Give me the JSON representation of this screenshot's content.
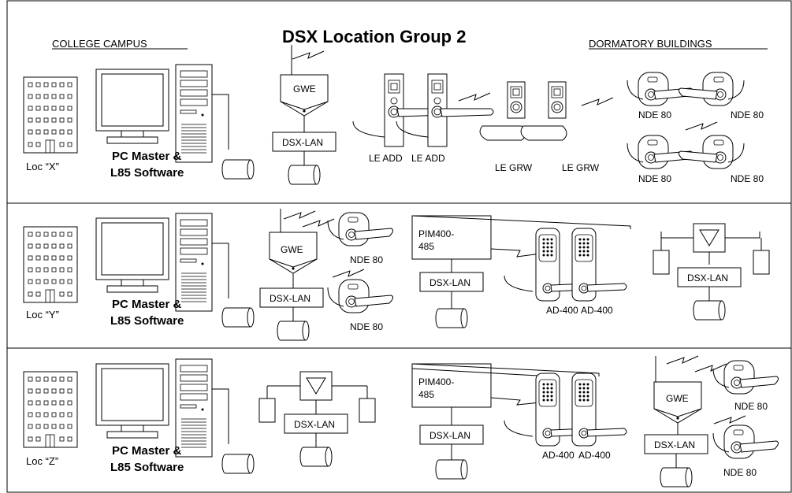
{
  "title": "DSX Location Group 2",
  "left_header": "COLLEGE CAMPUS",
  "right_header": "DORMATORY BUILDINGS",
  "rows": [
    {
      "location": "Loc “X”",
      "pc_label_1": "PC Master &",
      "pc_label_2": "L85 Software",
      "gateway": "GWE",
      "lan": "DSX-LAN",
      "locks": [
        "LE ADD",
        "LE ADD",
        "LE GRW",
        "LE GRW",
        "NDE 80",
        "NDE 80",
        "NDE 80",
        "NDE 80"
      ]
    },
    {
      "location": "Loc “Y”",
      "pc_label_1": "PC Master &",
      "pc_label_2": "L85 Software",
      "gateway": "GWE",
      "lan_1": "DSX-LAN",
      "lan_2": "DSX-LAN",
      "lan_3": "DSX-LAN",
      "pim_1": "PIM400-",
      "pim_2": "485",
      "locks": [
        "NDE 80",
        "NDE 80",
        "AD-400",
        "AD-400"
      ]
    },
    {
      "location": "Loc “Z”",
      "pc_label_1": "PC Master &",
      "pc_label_2": "L85 Software",
      "gateway": "GWE",
      "lan_1": "DSX-LAN",
      "lan_2": "DSX-LAN",
      "lan_3": "DSX-LAN",
      "pim_1": "PIM400-",
      "pim_2": "485",
      "locks": [
        "AD-400",
        "AD-400",
        "NDE 80",
        "NDE 80"
      ]
    }
  ]
}
